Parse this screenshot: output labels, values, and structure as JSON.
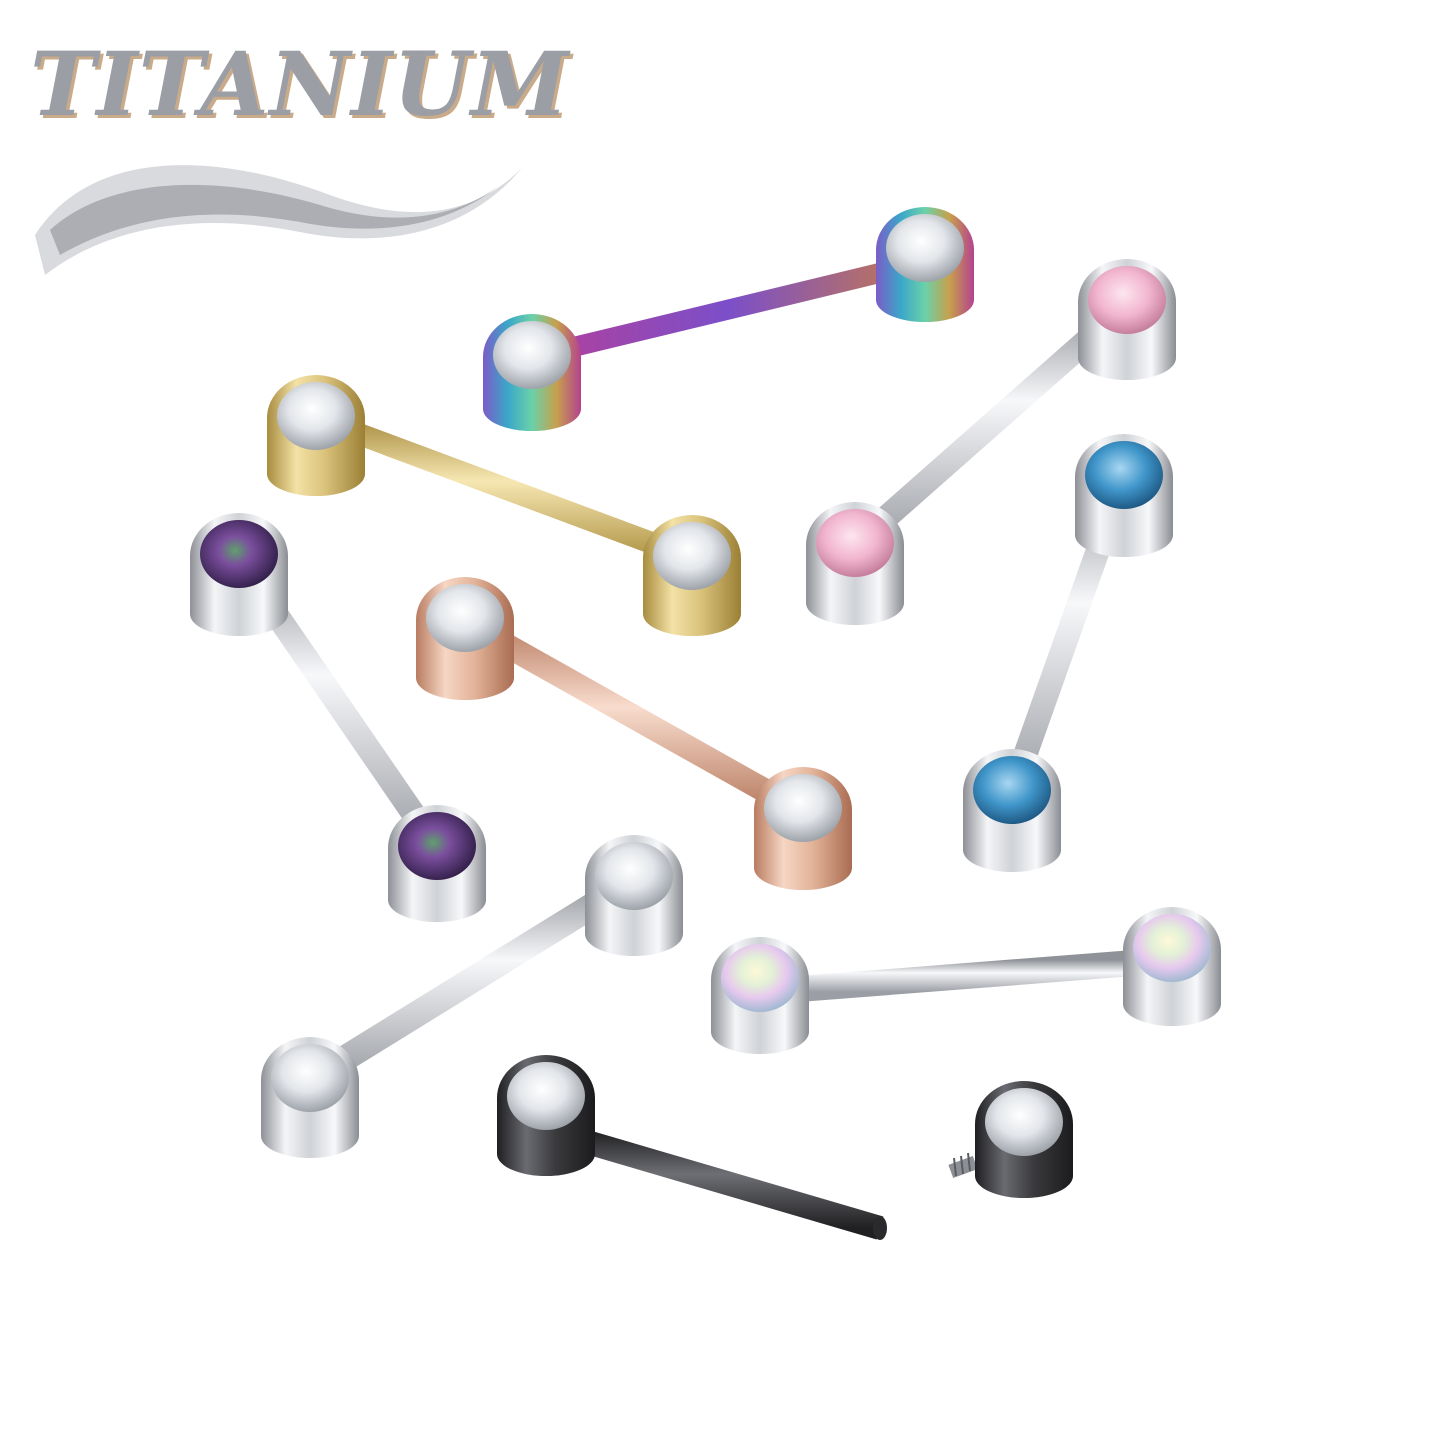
{
  "brand": {
    "title": "TITANIUM"
  },
  "palette": {
    "rainbow": [
      "#7c5cc7",
      "#3aa6c9",
      "#6ad1a9",
      "#c7a04c",
      "#b4428f"
    ],
    "gold": "#d9c17a",
    "rose_gold": "#e2b398",
    "steel": "#c9ccd1",
    "black": "#3a3a3d",
    "gem_clear": "#eef1f4",
    "gem_pink": "#f2b6cf",
    "gem_aqua": "#3f95c9",
    "gem_purple": "#5b3b7e",
    "gem_ab": "#f3eee0"
  },
  "items": [
    {
      "name": "rainbow-barbell",
      "finish": "rainbow",
      "gem": "clear"
    },
    {
      "name": "pink-barbell",
      "finish": "steel",
      "gem": "pink"
    },
    {
      "name": "gold-barbell",
      "finish": "gold",
      "gem": "clear"
    },
    {
      "name": "purple-barbell",
      "finish": "steel",
      "gem": "purple"
    },
    {
      "name": "rose-gold-barbell",
      "finish": "rose-gold",
      "gem": "clear"
    },
    {
      "name": "aqua-barbell",
      "finish": "steel",
      "gem": "aqua"
    },
    {
      "name": "steel-clear-barbell",
      "finish": "steel",
      "gem": "clear"
    },
    {
      "name": "aurora-barbell",
      "finish": "steel",
      "gem": "aurora"
    },
    {
      "name": "black-barbell",
      "finish": "black",
      "gem": "clear"
    },
    {
      "name": "loose-end",
      "finish": "black",
      "gem": "clear"
    }
  ]
}
